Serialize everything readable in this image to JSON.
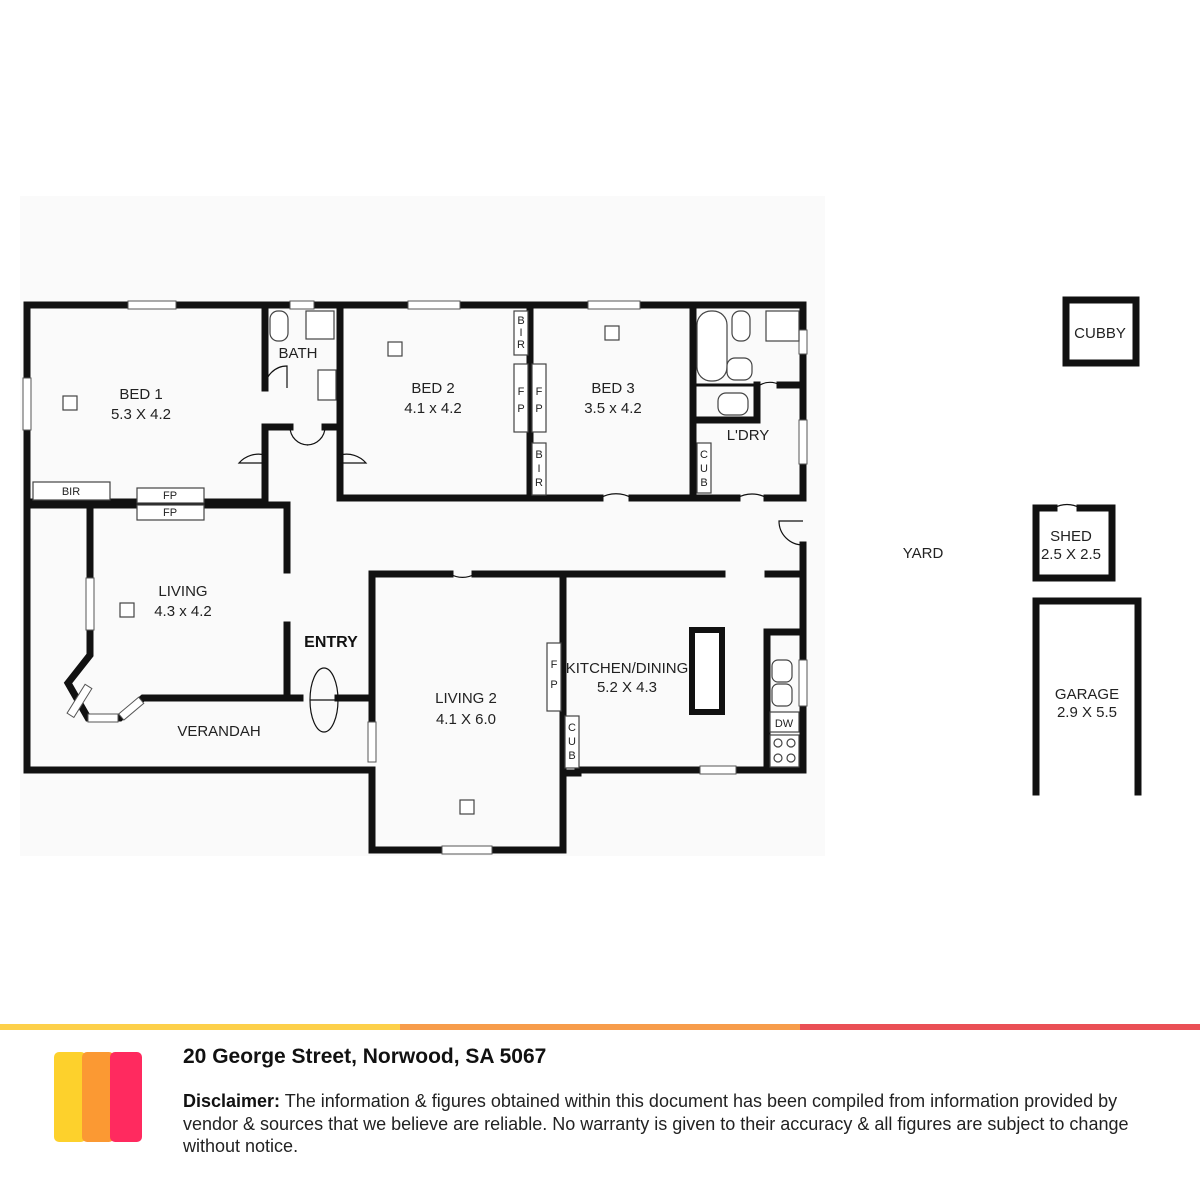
{
  "rooms": {
    "bed1": {
      "name": "BED 1",
      "size": "5.3 X 4.2"
    },
    "bath": {
      "name": "BATH"
    },
    "bed2": {
      "name": "BED 2",
      "size": "4.1 x 4.2"
    },
    "bed3": {
      "name": "BED 3",
      "size": "3.5 x 4.2"
    },
    "laundry": {
      "name": "L'DRY"
    },
    "living": {
      "name": "LIVING",
      "size": "4.3 x 4.2"
    },
    "entry": {
      "name": "ENTRY"
    },
    "verandah": {
      "name": "VERANDAH"
    },
    "living2": {
      "name": "LIVING 2",
      "size": "4.1 X 6.0"
    },
    "kitchen": {
      "name": "KITCHEN/DINING",
      "size": "5.2 X 4.3"
    },
    "yard": {
      "name": "YARD"
    },
    "cubby": {
      "name": "CUBBY"
    },
    "shed": {
      "name": "SHED",
      "size": "2.5 X 2.5"
    },
    "garage": {
      "name": "GARAGE",
      "size": "2.9 X 5.5"
    }
  },
  "fixtures": {
    "bir": "BIR",
    "fp": "FP",
    "b": "B",
    "i": "I",
    "r": "R",
    "f": "F",
    "p": "P",
    "c": "C",
    "u": "U",
    "dw": "DW"
  },
  "footer": {
    "address": "20 George Street, Norwood, SA 5067",
    "disclaimer_label": "Disclaimer:",
    "disclaimer_text": " The information & figures obtained within this document has been compiled from information provided by vendor & sources that we believe are reliable. No warranty is given to their accuracy & all figures are subject to change without notice.",
    "bar_colors": [
      "#fdd04a",
      "#f79c4b",
      "#ea4f55"
    ],
    "logo_colors": [
      "#fdd12c",
      "#fb9933",
      "#ff2a5f"
    ]
  }
}
